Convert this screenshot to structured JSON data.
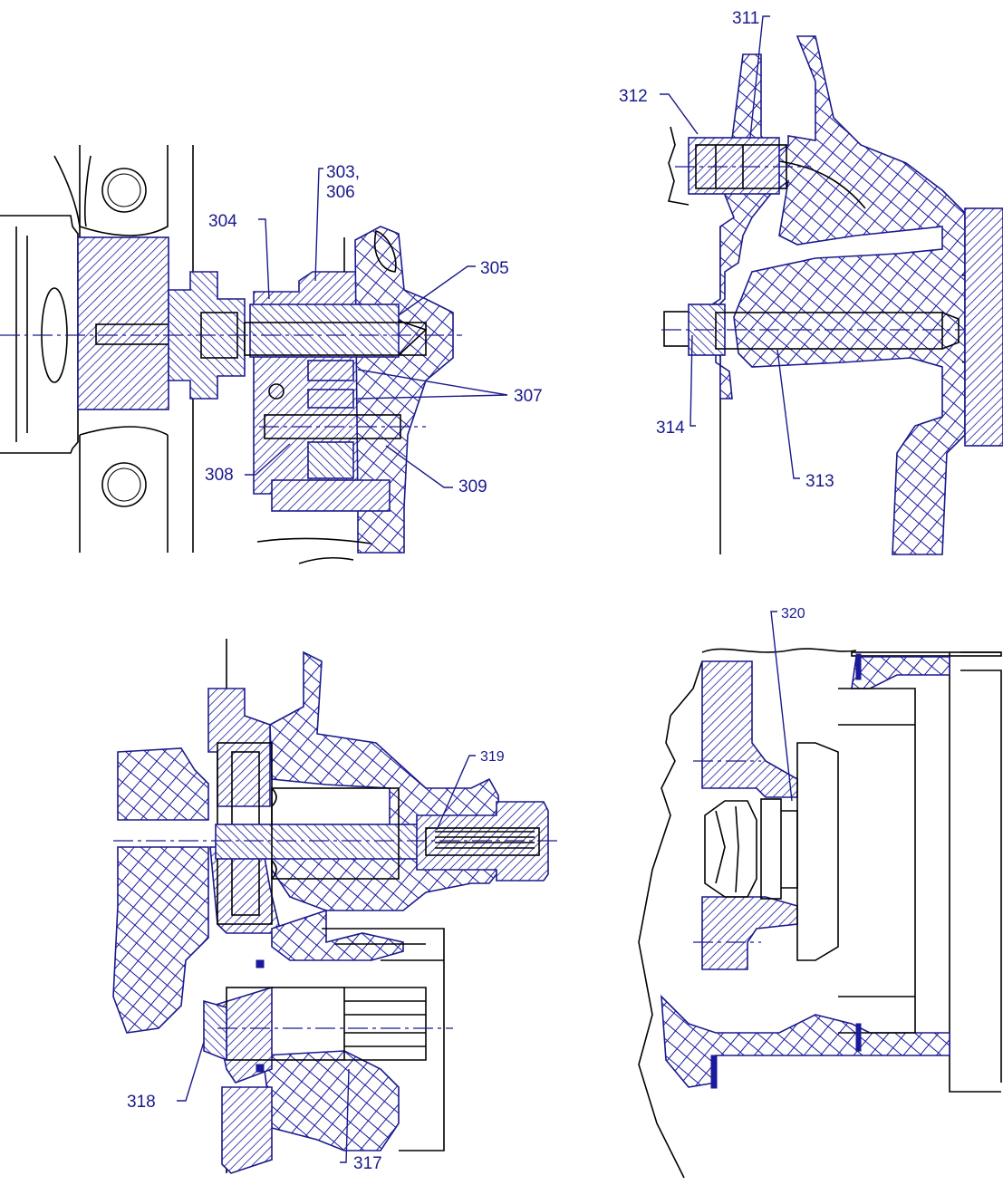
{
  "callouts": {
    "c303": "303,",
    "c306": "306",
    "c304": "304",
    "c305": "305",
    "c307": "307",
    "c308": "308",
    "c309": "309",
    "c311": "311",
    "c312": "312",
    "c313": "313",
    "c314": "314",
    "c317": "317",
    "c318": "318",
    "c319": "319",
    "c320": "320"
  },
  "colors": {
    "line": "#000000",
    "callout": "#1a1a8c",
    "hatch": "#1a1aa0"
  }
}
